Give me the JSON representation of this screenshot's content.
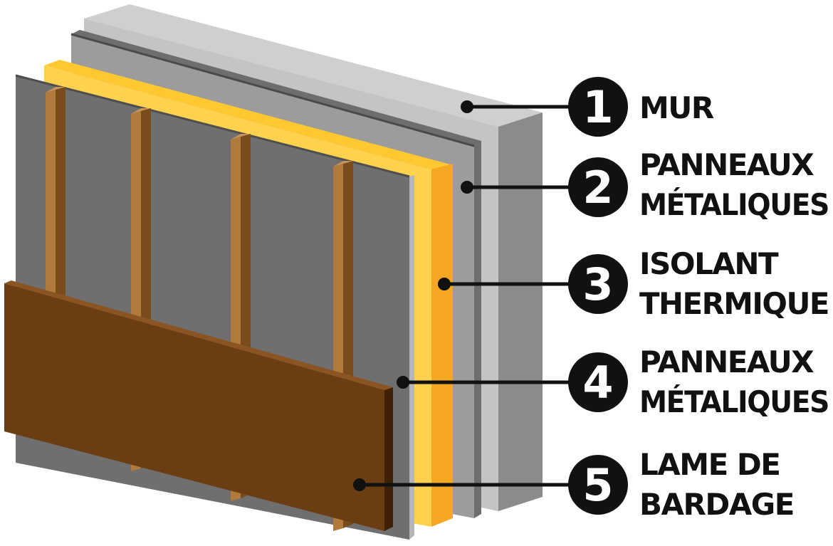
{
  "colors": {
    "wall_front": "#8b8b8b",
    "wall_side": "#c4c4c4",
    "wall_top": "#cfcfcf",
    "metal_back_front": "#6e6e6e",
    "metal_back_side": "#9c9c9c",
    "insulation_front": "#f5a623",
    "insulation_side": "#ffd24d",
    "insulation_top": "#ffc830",
    "metal_front_face": "#6f6f6f",
    "metal_front_edge": "#b5b5b5",
    "batten": "#b07a3c",
    "batten_dark": "#7a4c1c",
    "siding_front": "#6b3d12",
    "siding_edge": "#3e2208",
    "leader": "#111111",
    "badge": "#111111"
  },
  "layers": [
    {
      "number": "1",
      "lines": [
        "MUR"
      ],
      "icon": "wall-layer"
    },
    {
      "number": "2",
      "lines": [
        "PANNEAUX",
        "MÉTALIQUES"
      ],
      "icon": "metal-panel-layer"
    },
    {
      "number": "3",
      "lines": [
        "ISOLANT",
        "THERMIQUE"
      ],
      "icon": "insulation-layer"
    },
    {
      "number": "4",
      "lines": [
        "PANNEAUX",
        "MÉTALIQUES"
      ],
      "icon": "metal-panel-layer"
    },
    {
      "number": "5",
      "lines": [
        "LAME DE",
        "BARDAGE"
      ],
      "icon": "siding-board-layer"
    }
  ]
}
